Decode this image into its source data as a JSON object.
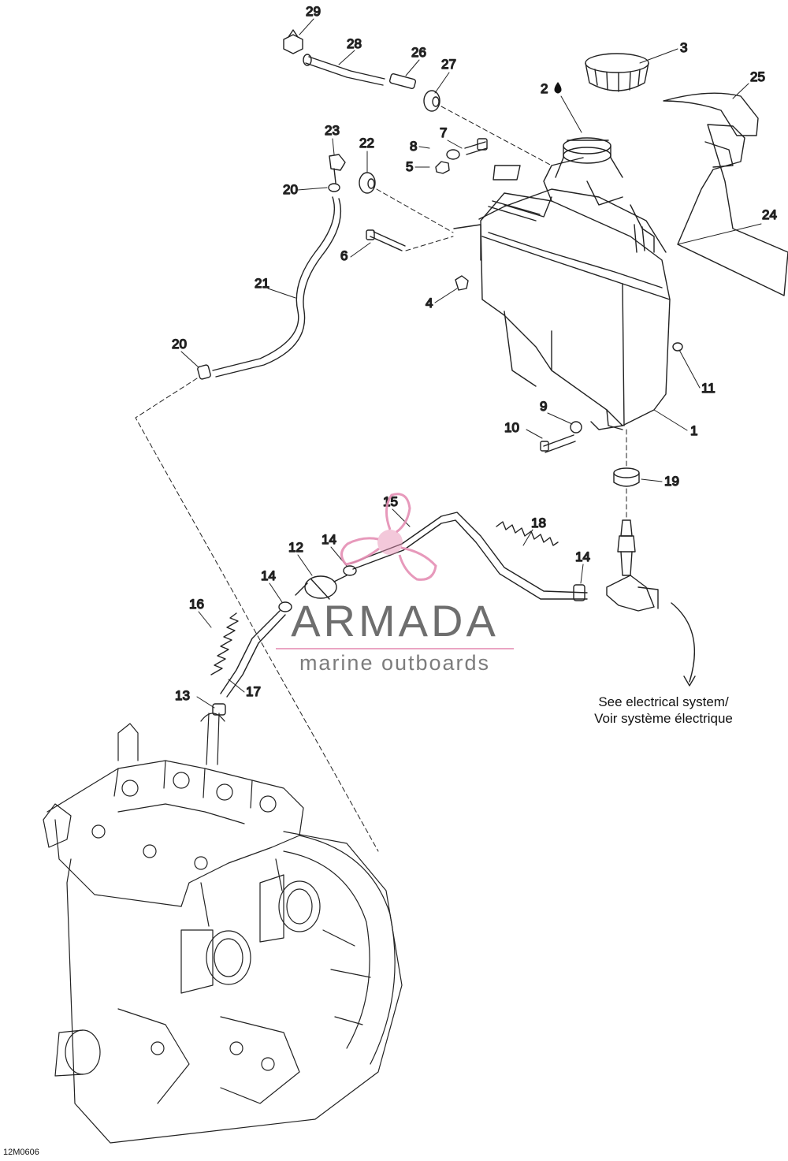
{
  "diagram": {
    "callouts": [
      "29",
      "28",
      "26",
      "27",
      "3",
      "2",
      "25",
      "23",
      "22",
      "7",
      "8",
      "5",
      "20",
      "6",
      "24",
      "21",
      "4",
      "20",
      "11",
      "9",
      "10",
      "1",
      "19",
      "15",
      "18",
      "14",
      "12",
      "14",
      "14",
      "16",
      "13",
      "17"
    ],
    "reference_note": {
      "line1": "See electrical system/",
      "line2": "Voir système électrique"
    },
    "figure_code": "12M0606"
  },
  "watermark": {
    "brand": "ARMADA",
    "tagline": "marine outboards",
    "logo_color": "#e58fb4"
  }
}
